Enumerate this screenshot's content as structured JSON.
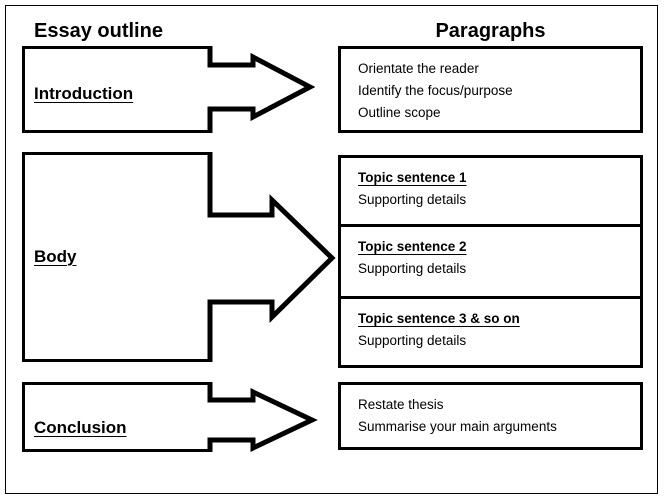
{
  "diagram": {
    "title": "Essay outline",
    "columns": {
      "left_heading": "Essay outline",
      "right_heading": "Paragraphs"
    },
    "colors": {
      "stroke": "#000000",
      "fill": "#ffffff",
      "text": "#000000"
    },
    "stages": [
      {
        "id": "introduction",
        "label": "Introduction",
        "arrow": "arrow-right",
        "paragraphs": [
          {
            "id": "intro-para",
            "lines": [
              {
                "text": "Orientate the reader",
                "style": "plain"
              },
              {
                "text": "Identify the focus/purpose",
                "style": "plain"
              },
              {
                "text": "Outline scope",
                "style": "plain"
              }
            ]
          }
        ]
      },
      {
        "id": "body",
        "label": "Body",
        "arrow": "arrow-right-large",
        "paragraphs": [
          {
            "id": "body-para-1",
            "lines": [
              {
                "text": "Topic sentence 1",
                "style": "topic"
              },
              {
                "text": "Supporting details",
                "style": "plain"
              }
            ]
          },
          {
            "id": "body-para-2",
            "lines": [
              {
                "text": "Topic sentence 2",
                "style": "topic"
              },
              {
                "text": "Supporting details",
                "style": "plain"
              }
            ]
          },
          {
            "id": "body-para-3",
            "lines": [
              {
                "text": "Topic sentence 3 & so on",
                "style": "topic"
              },
              {
                "text": "Supporting details",
                "style": "plain"
              }
            ]
          }
        ]
      },
      {
        "id": "conclusion",
        "label": "Conclusion",
        "arrow": "arrow-right",
        "paragraphs": [
          {
            "id": "conclusion-para",
            "lines": [
              {
                "text": "Restate thesis",
                "style": "plain"
              },
              {
                "text": "Summarise your main arguments",
                "style": "plain"
              }
            ]
          }
        ]
      }
    ]
  }
}
